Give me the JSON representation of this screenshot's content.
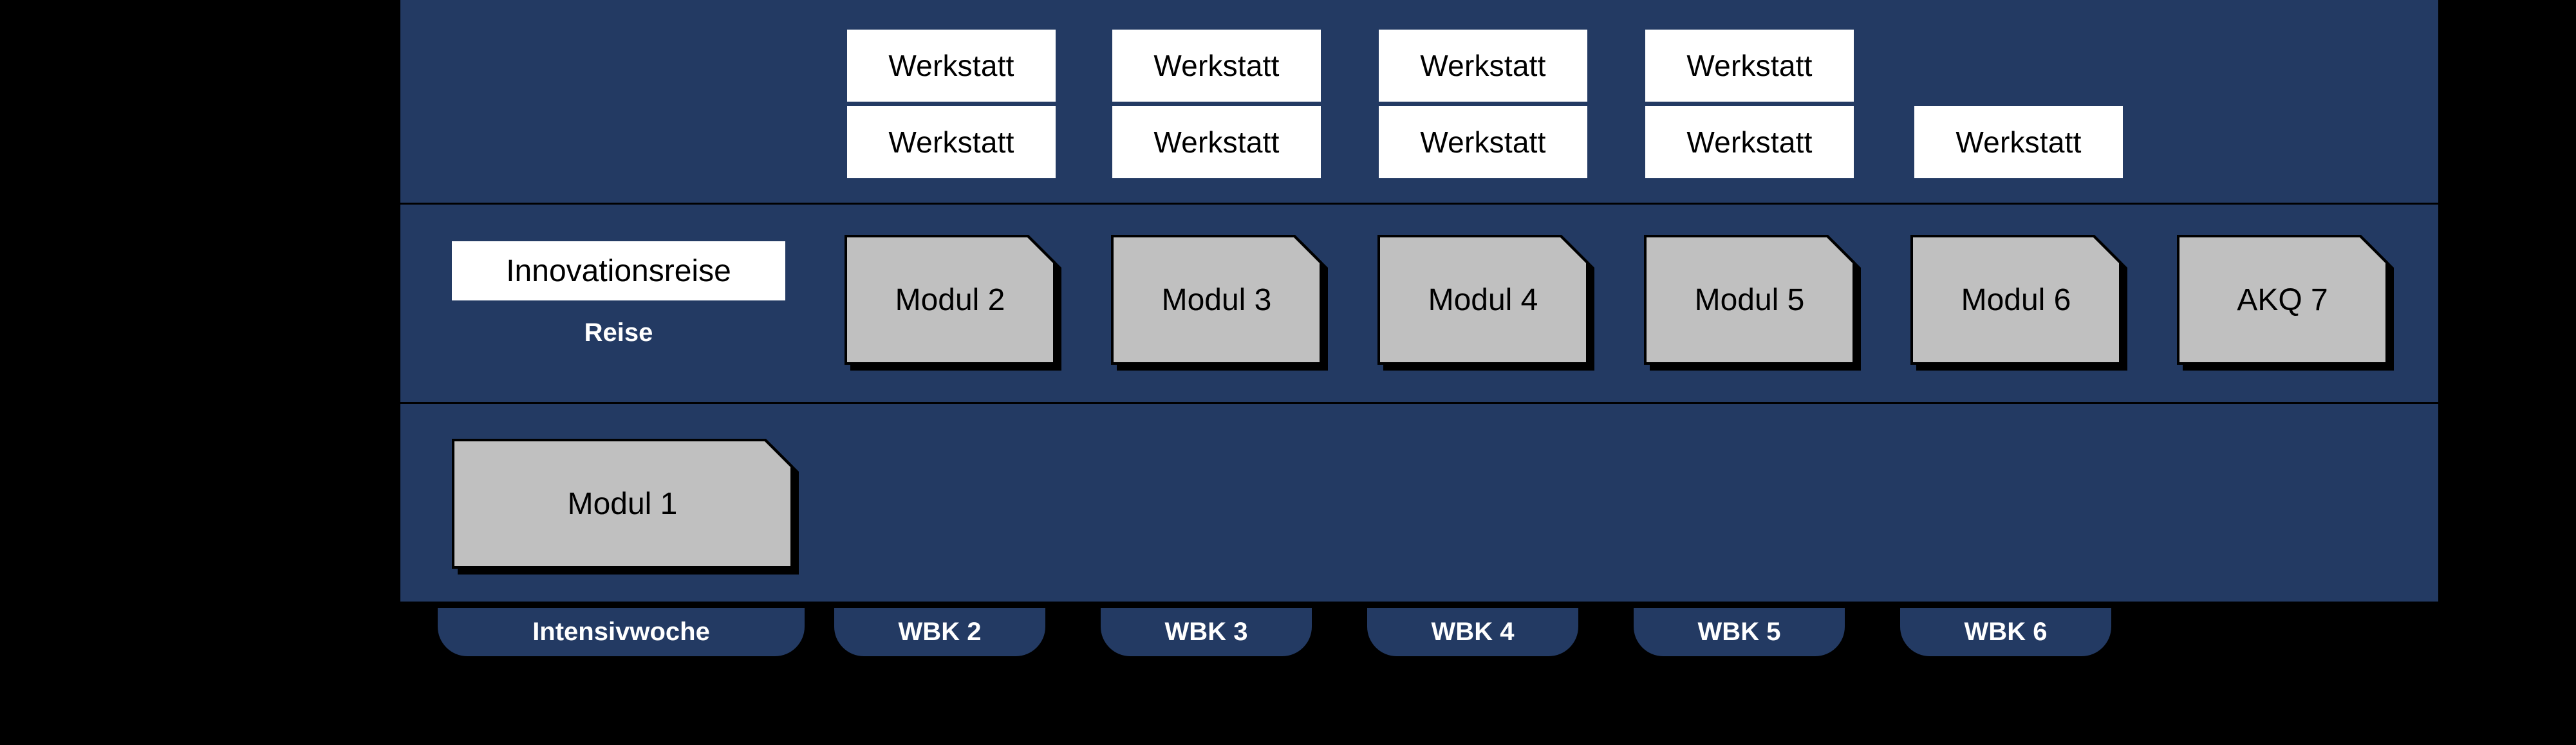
{
  "colors": {
    "panel_blue": "#233A63",
    "card_grey": "#c0c0c0",
    "chip_white": "#ffffff",
    "outline_black": "#000000",
    "background": "#000000"
  },
  "panel": {
    "workshop_rows": [
      {
        "row": 1,
        "items": [
          {
            "label": "Werkstatt"
          },
          {
            "label": "Werkstatt"
          },
          {
            "label": "Werkstatt"
          },
          {
            "label": "Werkstatt"
          }
        ]
      },
      {
        "row": 2,
        "items": [
          {
            "label": "Werkstatt"
          },
          {
            "label": "Werkstatt"
          },
          {
            "label": "Werkstatt"
          },
          {
            "label": "Werkstatt"
          },
          {
            "label": "Werkstatt"
          }
        ]
      }
    ],
    "journey": {
      "box_label": "Innovationsreise",
      "caption": "Reise"
    },
    "modules_row": [
      {
        "label": "Modul 2"
      },
      {
        "label": "Modul 3"
      },
      {
        "label": "Modul 4"
      },
      {
        "label": "Modul 5"
      },
      {
        "label": "Modul 6"
      },
      {
        "label": "AKQ 7"
      }
    ],
    "intensive_row": [
      {
        "label": "Modul 1"
      }
    ]
  },
  "timeline_tabs": [
    {
      "label": "Intensivwoche"
    },
    {
      "label": "WBK 2"
    },
    {
      "label": "WBK 3"
    },
    {
      "label": "WBK 4"
    },
    {
      "label": "WBK 5"
    },
    {
      "label": "WBK 6"
    }
  ]
}
